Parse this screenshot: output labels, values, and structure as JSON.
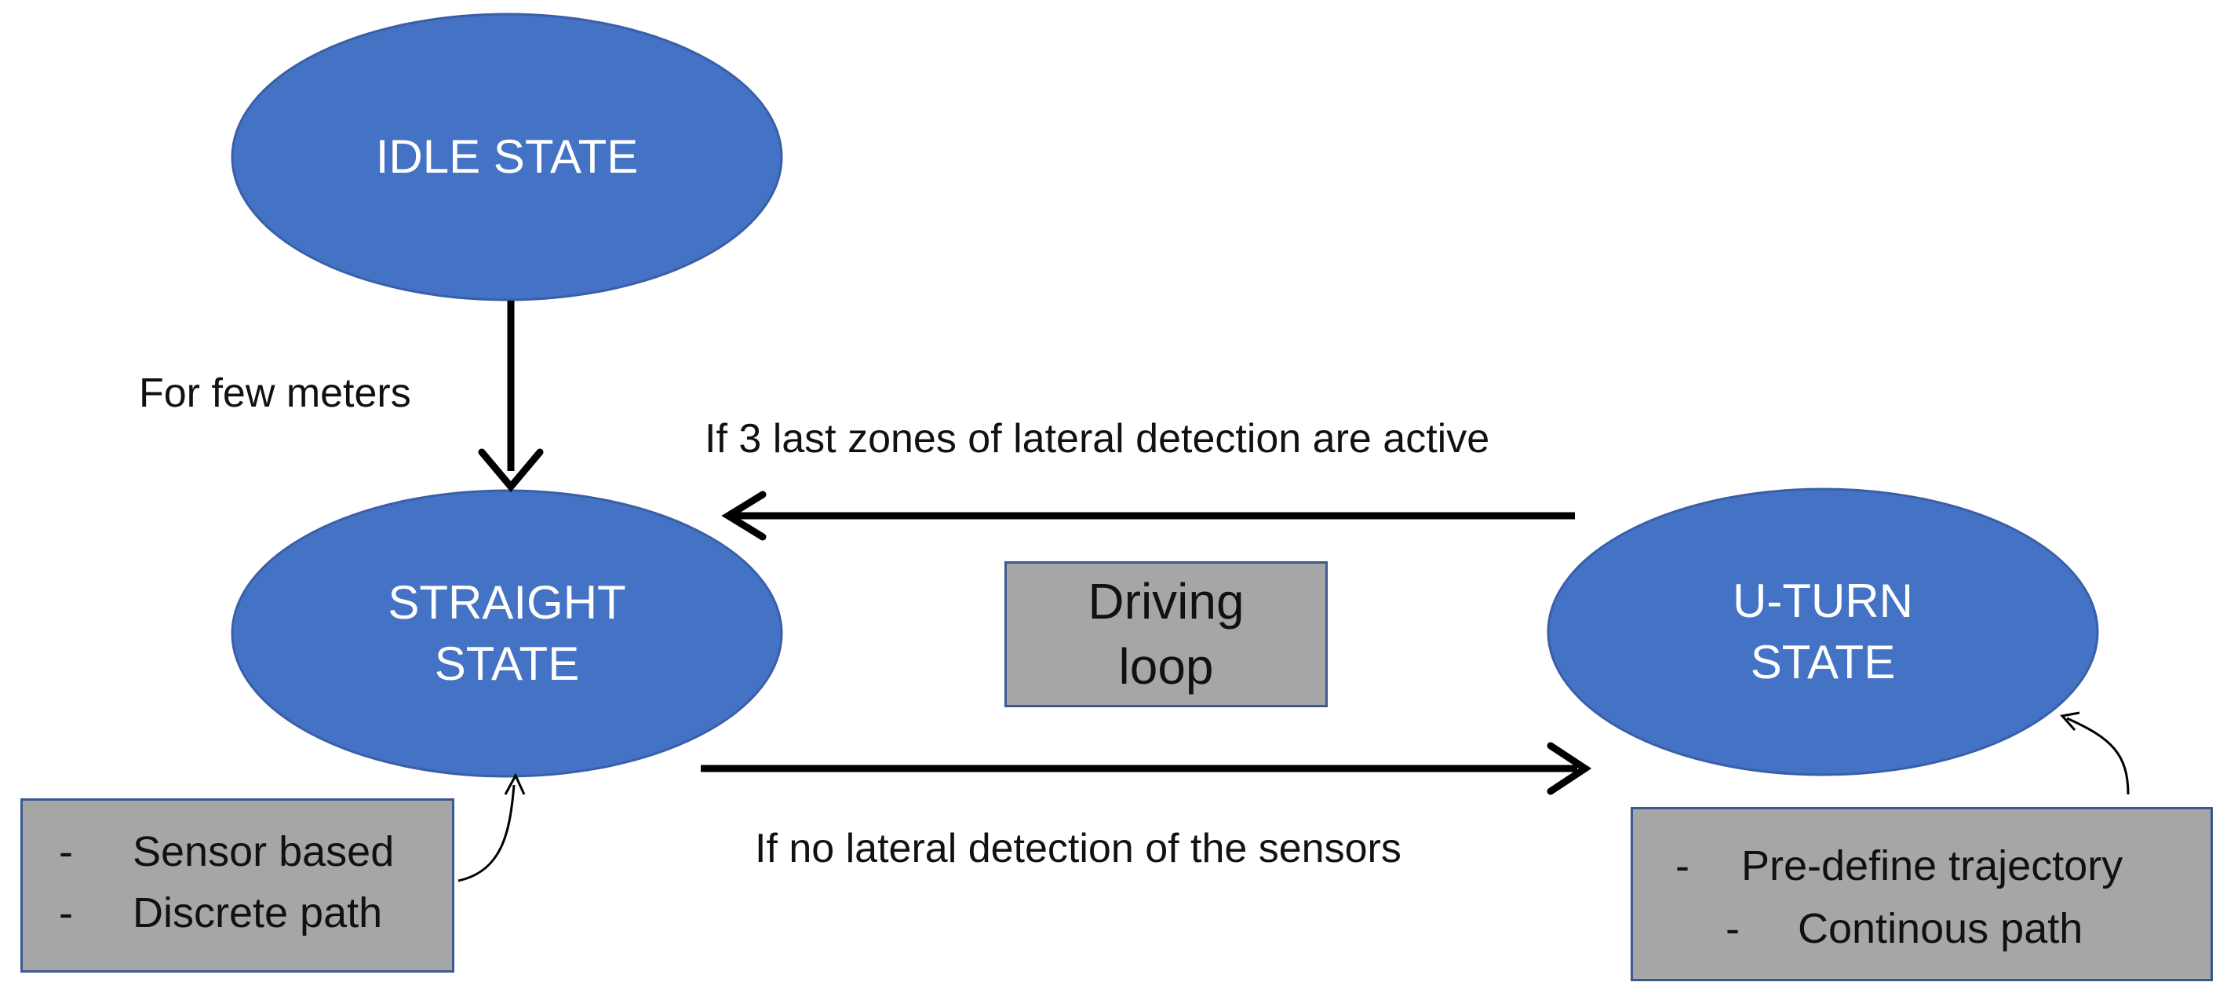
{
  "colors": {
    "state_fill": "#4472c4",
    "state_stroke": "#3a5fa8",
    "note_fill": "#a6a6a6",
    "note_border": "#3b5a92",
    "arrow": "#000000"
  },
  "states": {
    "idle": {
      "label": "IDLE STATE"
    },
    "straight": {
      "line1": "STRAIGHT",
      "line2": "STATE"
    },
    "uturn": {
      "line1": "U-TURN",
      "line2": "STATE"
    }
  },
  "transitions": {
    "idle_to_straight": "For few meters",
    "uturn_to_straight": "If 3 last zones of lateral detection are active",
    "straight_to_uturn": "If no lateral detection of the sensors"
  },
  "loop_box": {
    "line1": "Driving",
    "line2": "loop"
  },
  "notes": {
    "straight": {
      "bullet": "-",
      "items": [
        "Sensor based",
        "Discrete path"
      ]
    },
    "uturn": {
      "bullet": "-",
      "items": [
        "Pre-define trajectory",
        "Continous path"
      ]
    }
  }
}
